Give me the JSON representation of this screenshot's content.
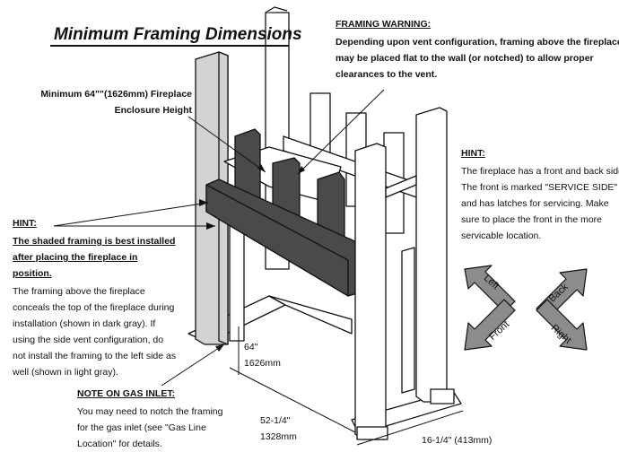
{
  "title": "Minimum Framing Dimensions",
  "framing_warning": {
    "heading": "FRAMING WARNING:",
    "lines": [
      "Depending upon vent configuration, framing above the fireplace",
      "may be placed flat to the wall (or notched) to allow proper",
      "clearances to the vent."
    ]
  },
  "enclosure_height": {
    "lines": [
      "Minimum 64\"\"(1626mm) Fireplace",
      "Enclosure Height"
    ]
  },
  "hint_right": {
    "heading": "HINT:",
    "lines": [
      "The fireplace has a front and back side.",
      "The front is marked \"SERVICE SIDE\"",
      "and has latches for servicing.  Make",
      "sure to place the front in the more",
      "servicable location."
    ]
  },
  "hint_left": {
    "heading": "HINT:",
    "bold_lines": [
      "The shaded framing is best installed",
      "after placing the fireplace in",
      "position."
    ],
    "lines": [
      "The framing above the fireplace",
      "conceals the top of the fireplace during",
      "installation (shown in dark gray).  If",
      "using the side vent configuration, do",
      "not install the framing to the left side as",
      "well (shown in light gray)."
    ]
  },
  "gas_inlet": {
    "heading": "NOTE ON GAS INLET:",
    "lines": [
      "You may need to notch the framing",
      "for the gas inlet (see \"Gas Line",
      "Location\" for details."
    ]
  },
  "dimensions": {
    "height_in": "64\"",
    "height_mm": "1626mm",
    "width_in": "52-1/4\"",
    "width_mm": "1328mm",
    "depth": "16-1/4\" (413mm)"
  },
  "directions": {
    "left": "Left",
    "back": "Back",
    "front": "Front",
    "right": "Right"
  },
  "colors": {
    "dark_framing": "#4a4a4a",
    "light_framing": "#d3d3d3",
    "arrow_fill": "#8c8c8c"
  }
}
